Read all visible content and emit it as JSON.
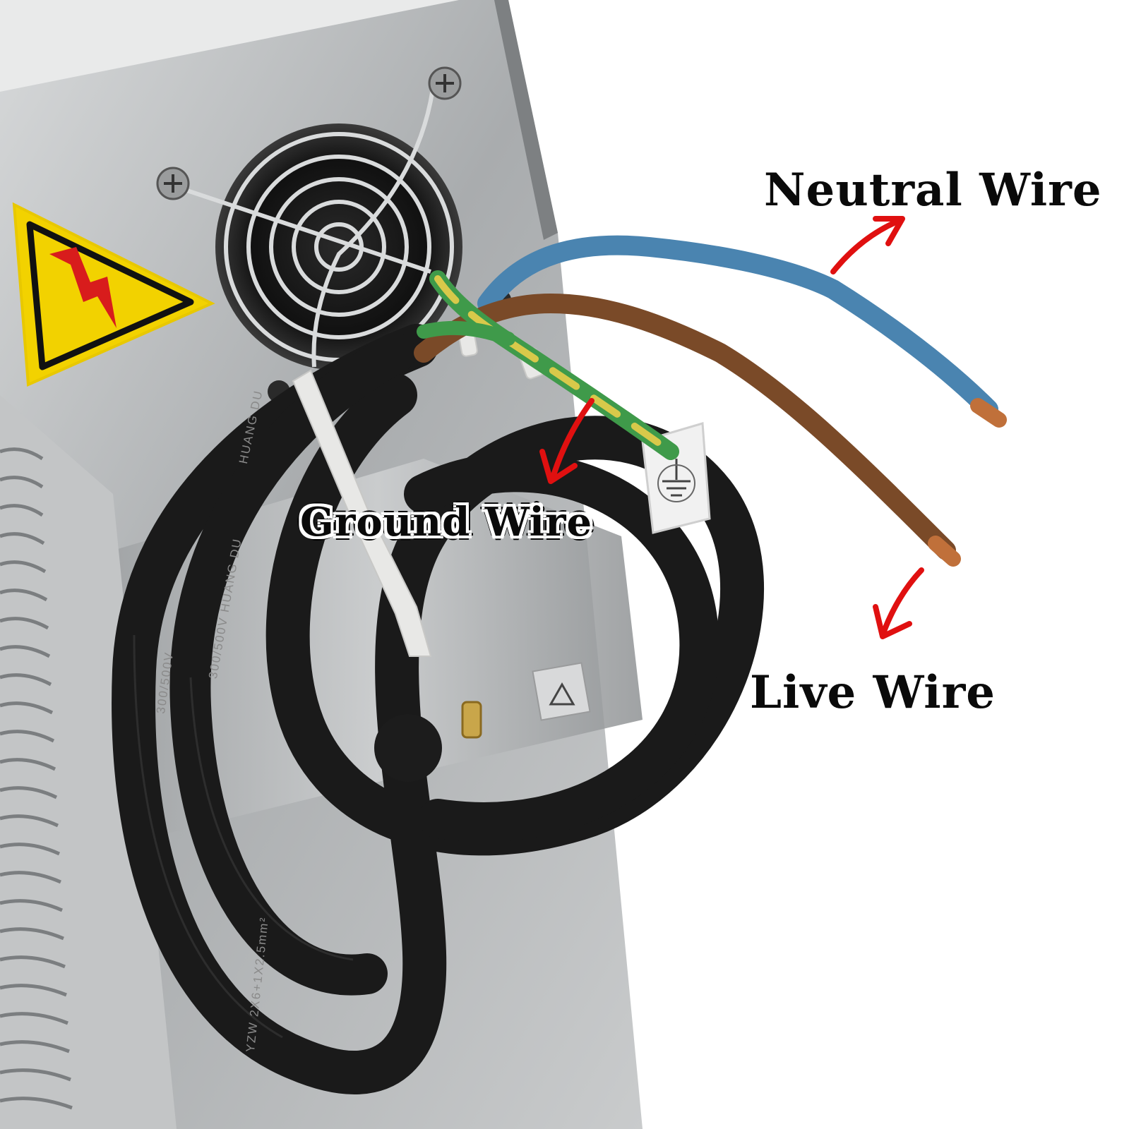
{
  "labels": {
    "neutral": "Neutral Wire",
    "ground": "Ground Wire",
    "live": "Live Wire"
  },
  "cable_print": {
    "line_a": "HUANG DU",
    "line_b": "300/500V",
    "line_c": "300/500V  HUANG DU",
    "line_d": "YZW  2X6+1X2.5mm²"
  },
  "colors": {
    "neutral_wire": "#4a84b0",
    "live_wire": "#7a4a28",
    "ground_wire_green": "#3f9a4a",
    "ground_wire_yellow": "#d8c94a",
    "cable": "#1a1a1a",
    "arrow": "#e01010",
    "warning_sign": "#f2d200",
    "bolt": "#d81c1c",
    "steel": "#b9bcbd"
  },
  "icons": [
    "high-voltage-warning-icon",
    "ground-symbol-icon",
    "equipotential-symbol-icon"
  ]
}
